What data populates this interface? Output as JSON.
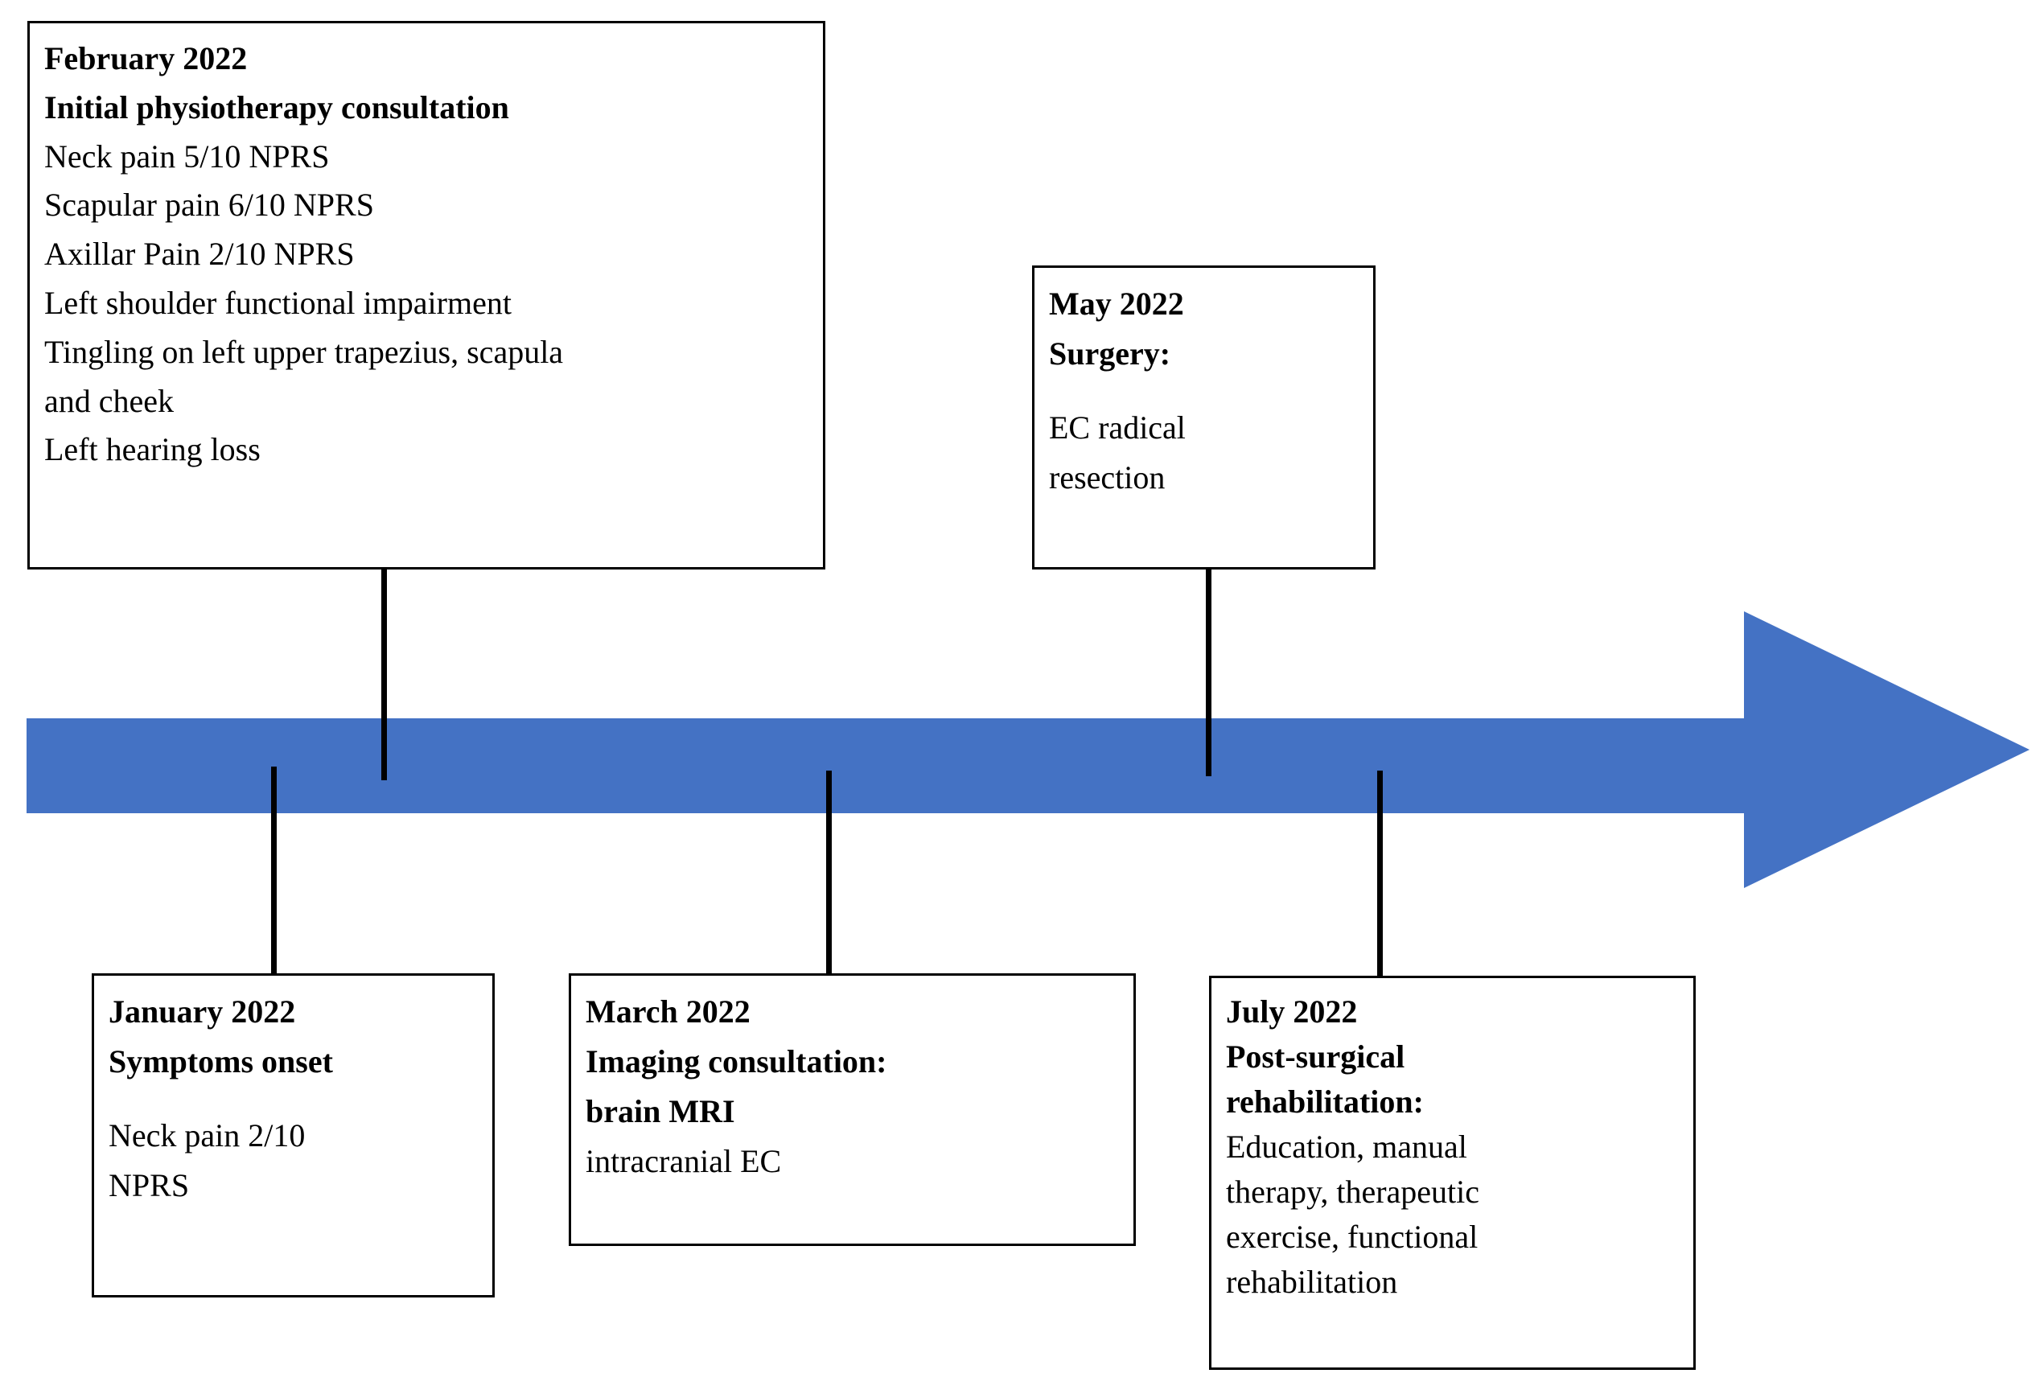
{
  "figure": {
    "kind": "clinical-case-timeline",
    "arrow_color": "#4472C4",
    "box_border_color": "#000000",
    "text_color": "#000000"
  },
  "events": {
    "february": {
      "month": "February 2022",
      "title": "Initial physiotherapy consultation",
      "lines": [
        "Neck pain 5/10 NPRS",
        "Scapular pain 6/10 NPRS",
        "Axillar Pain 2/10 NPRS",
        "Left shoulder functional impairment",
        "Tingling on left upper trapezius, scapula",
        "and cheek",
        "Left hearing loss"
      ]
    },
    "may": {
      "month": "May 2022",
      "title": "Surgery:",
      "lines": [
        "EC radical",
        "resection"
      ]
    },
    "january": {
      "month": "January 2022",
      "title": "Symptoms onset",
      "lines": [
        "Neck pain 2/10",
        "NPRS"
      ]
    },
    "march": {
      "month": "March 2022",
      "title_line1": "Imaging consultation:",
      "title_line2": "brain MRI",
      "lines": [
        "intracranial EC"
      ]
    },
    "july": {
      "month": "July 2022",
      "title_line1": "Post-surgical",
      "title_line2": "rehabilitation:",
      "lines": [
        "Education, manual",
        "therapy, therapeutic",
        "exercise, functional",
        "rehabilitation"
      ]
    }
  }
}
